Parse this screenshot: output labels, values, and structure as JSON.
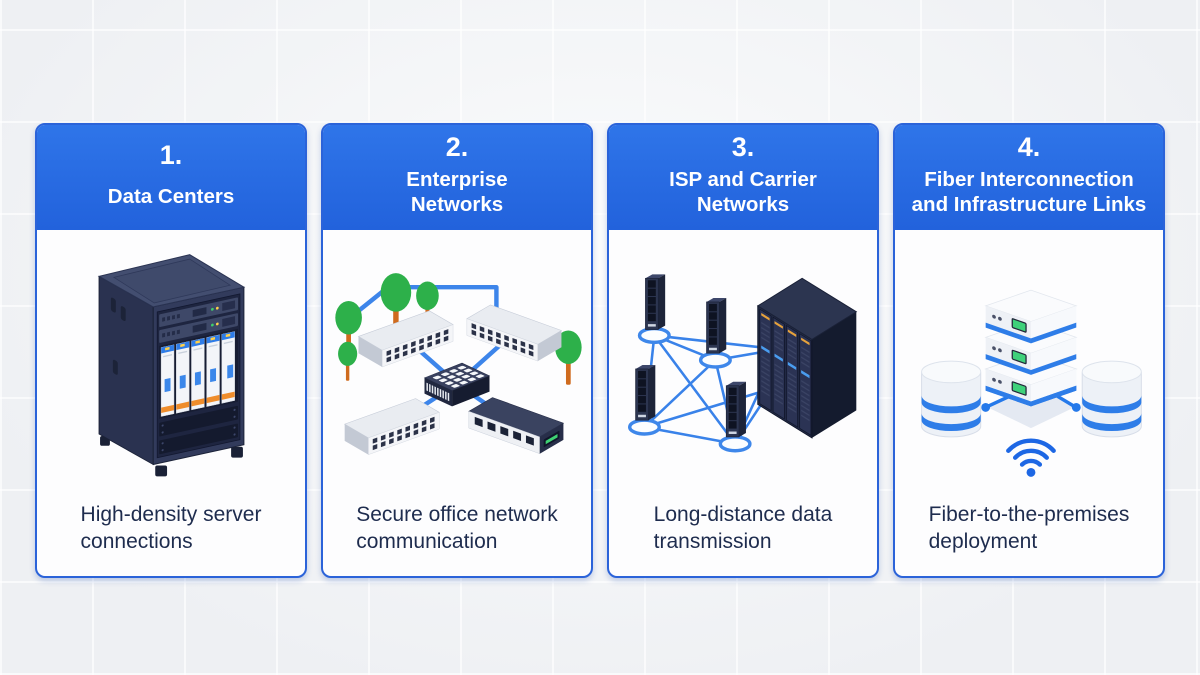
{
  "page": {
    "background_color": "#edeff2",
    "accent_color": "#2b63d9",
    "header_blue": "#2a6fe8",
    "text_navy": "#1e2c4e",
    "line_blue": "#3d85ea",
    "tree_green": "#2db04a",
    "trunk_orange": "#cf6b1e",
    "screen_green": "#3ed17a"
  },
  "cards": [
    {
      "number": "1.",
      "title_lines": [
        "Data Centers"
      ],
      "description_lines": [
        "High-density server",
        "connections"
      ],
      "illustration": "server-rack-icon"
    },
    {
      "number": "2.",
      "title_lines": [
        "Enterprise",
        "Networks"
      ],
      "description_lines": [
        "Secure office network",
        "communication"
      ],
      "illustration": "office-network-icon"
    },
    {
      "number": "3.",
      "title_lines": [
        "ISP and Carrier",
        "Networks"
      ],
      "description_lines": [
        "Long-distance data",
        "transmission"
      ],
      "illustration": "carrier-mesh-icon"
    },
    {
      "number": "4.",
      "title_lines": [
        "Fiber Interconnection",
        "and Infrastructure Links"
      ],
      "description_lines": [
        "Fiber-to-the-premises",
        "deployment"
      ],
      "illustration": "fiber-links-icon"
    }
  ]
}
